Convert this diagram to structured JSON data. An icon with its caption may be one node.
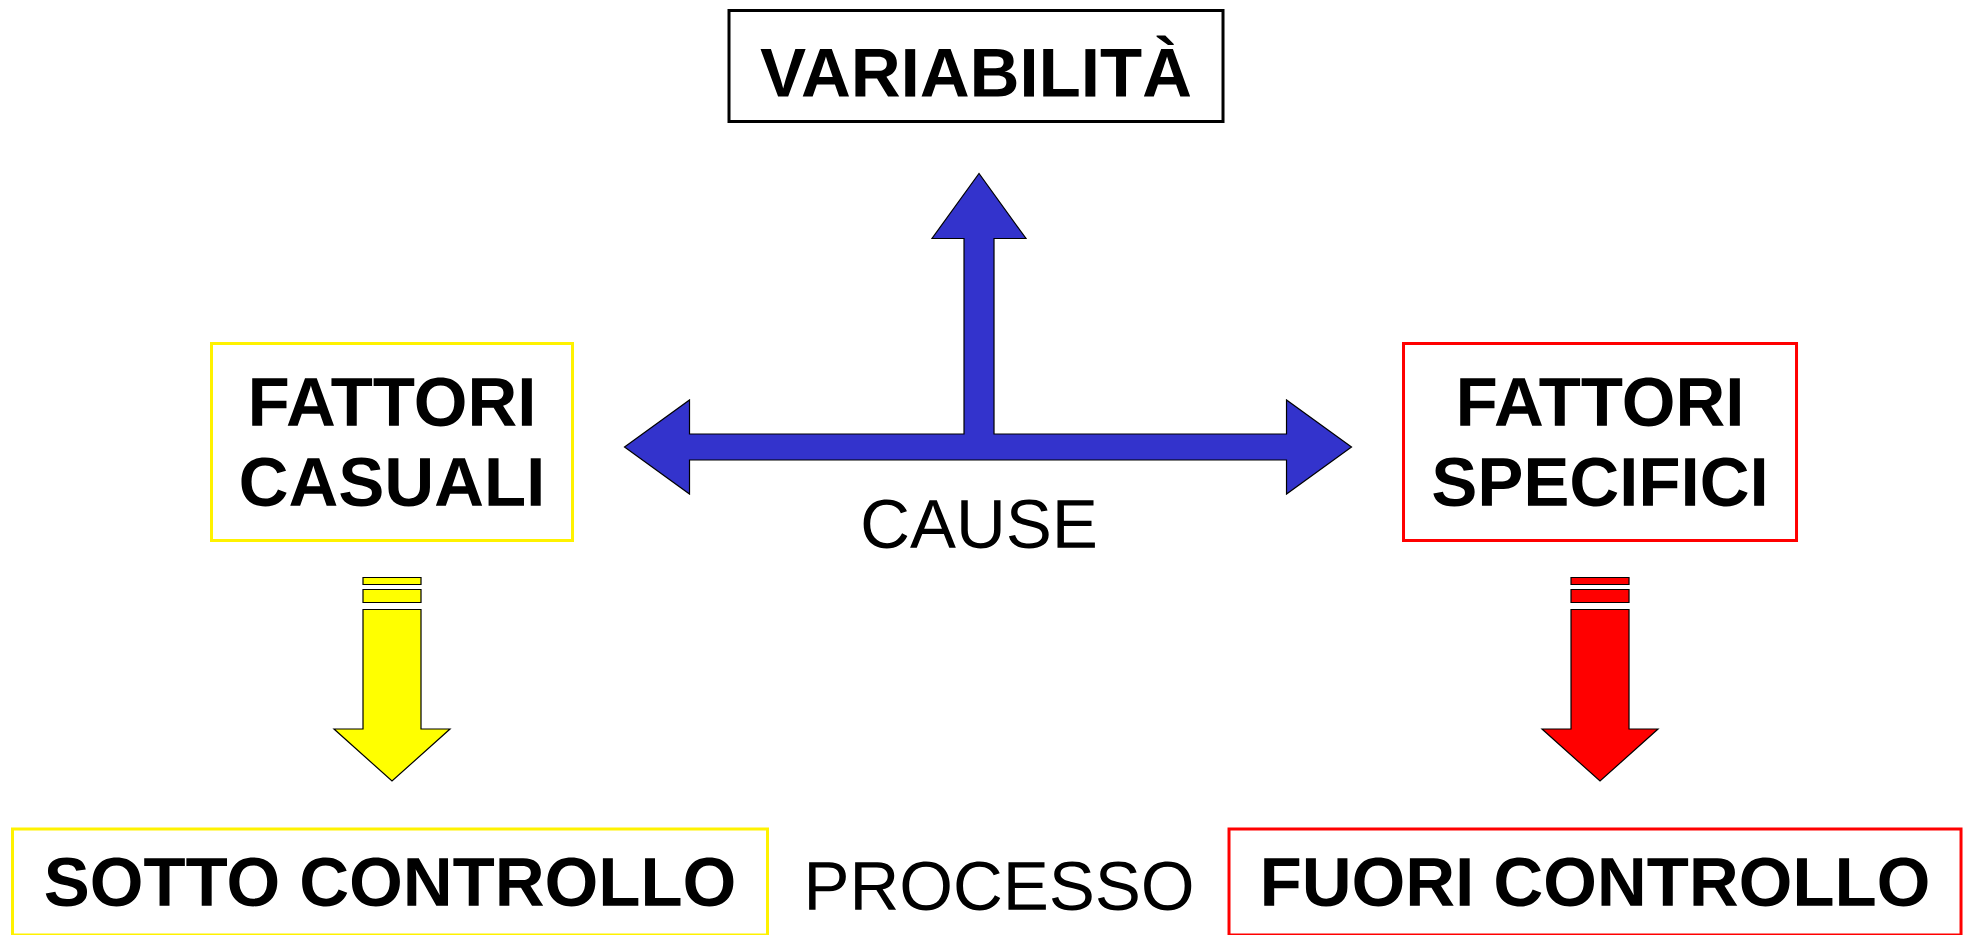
{
  "diagram": {
    "nodes": [
      {
        "text": [
          "VARIABILITÀ"
        ]
      },
      {
        "text": [
          "FATTORI CASUALI"
        ]
      },
      {
        "text": [
          "FATTORI SPECIFICI"
        ]
      },
      {
        "text": [
          "SOTTO CONTROLLO"
        ]
      },
      {
        "text": [
          "FUORI CONTROLLO"
        ]
      }
    ],
    "edges": [
      {
        "from": null,
        "to": 0,
        "arrow": "to",
        "color": "#3333cc"
      },
      {
        "from": 1,
        "to": 2,
        "arrow": "both",
        "color": "#3333cc"
      },
      {
        "from": 1,
        "to": 3,
        "arrow": "to",
        "color": "#ffff00"
      },
      {
        "from": 2,
        "to": 4,
        "arrow": "to",
        "color": "#ff0000"
      }
    ],
    "labels": [
      "CAUSE",
      "PROCESSO"
    ]
  }
}
